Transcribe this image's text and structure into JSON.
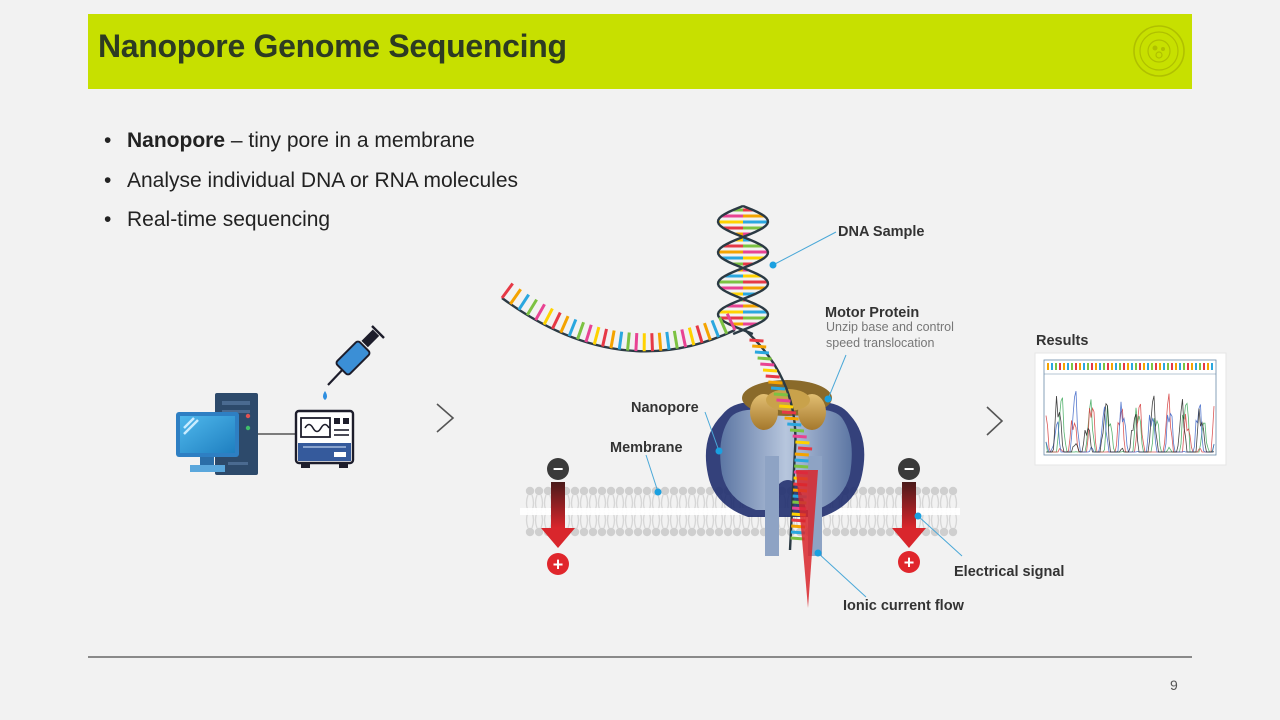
{
  "slide": {
    "title": "Nanopore Genome Sequencing",
    "page_number": "9"
  },
  "bullets": [
    {
      "bold": "Nanopore",
      "text": " – tiny pore in a membrane"
    },
    {
      "bold": "",
      "text": "Analyse individual DNA or RNA molecules"
    },
    {
      "bold": "",
      "text": "Real-time sequencing"
    }
  ],
  "diagram": {
    "labels": {
      "dna_sample": "DNA Sample",
      "motor_protein": "Motor Protein",
      "motor_protein_desc_1": "Unzip base and control",
      "motor_protein_desc_2": "speed translocation",
      "nanopore": "Nanopore",
      "membrane": "Membrane",
      "electrical_signal": "Electrical signal",
      "ionic_current": "Ionic current flow",
      "results": "Results"
    },
    "signs": {
      "minus": "−",
      "plus": "+"
    },
    "icons": [
      "computer-icon",
      "sequencer-icon",
      "pipette-icon",
      "chevron-right-icon",
      "university-seal-icon"
    ]
  },
  "colors": {
    "accent": "#c7e000",
    "title_text": "#2d3b22",
    "annotation_dot": "#1aa0e0",
    "arrow_red": "#d9262c",
    "pore_blue": "#7f96b8",
    "motor_gold": "#c9a24b"
  }
}
